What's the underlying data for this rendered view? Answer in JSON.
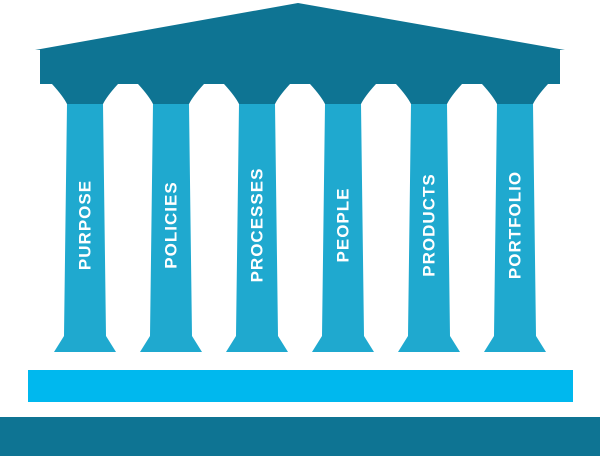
{
  "colors": {
    "roof": "#0e7493",
    "column": "#1fa9cf",
    "capital": "#0e7493",
    "step_upper": "#00b8ee",
    "step_lower": "#0e7493",
    "label": "#ffffff"
  },
  "pillars": [
    {
      "label": "PURPOSE"
    },
    {
      "label": "POLICIES"
    },
    {
      "label": "PROCESSES"
    },
    {
      "label": "PEOPLE"
    },
    {
      "label": "PRODUCTS"
    },
    {
      "label": "PORTFOLIO"
    }
  ]
}
